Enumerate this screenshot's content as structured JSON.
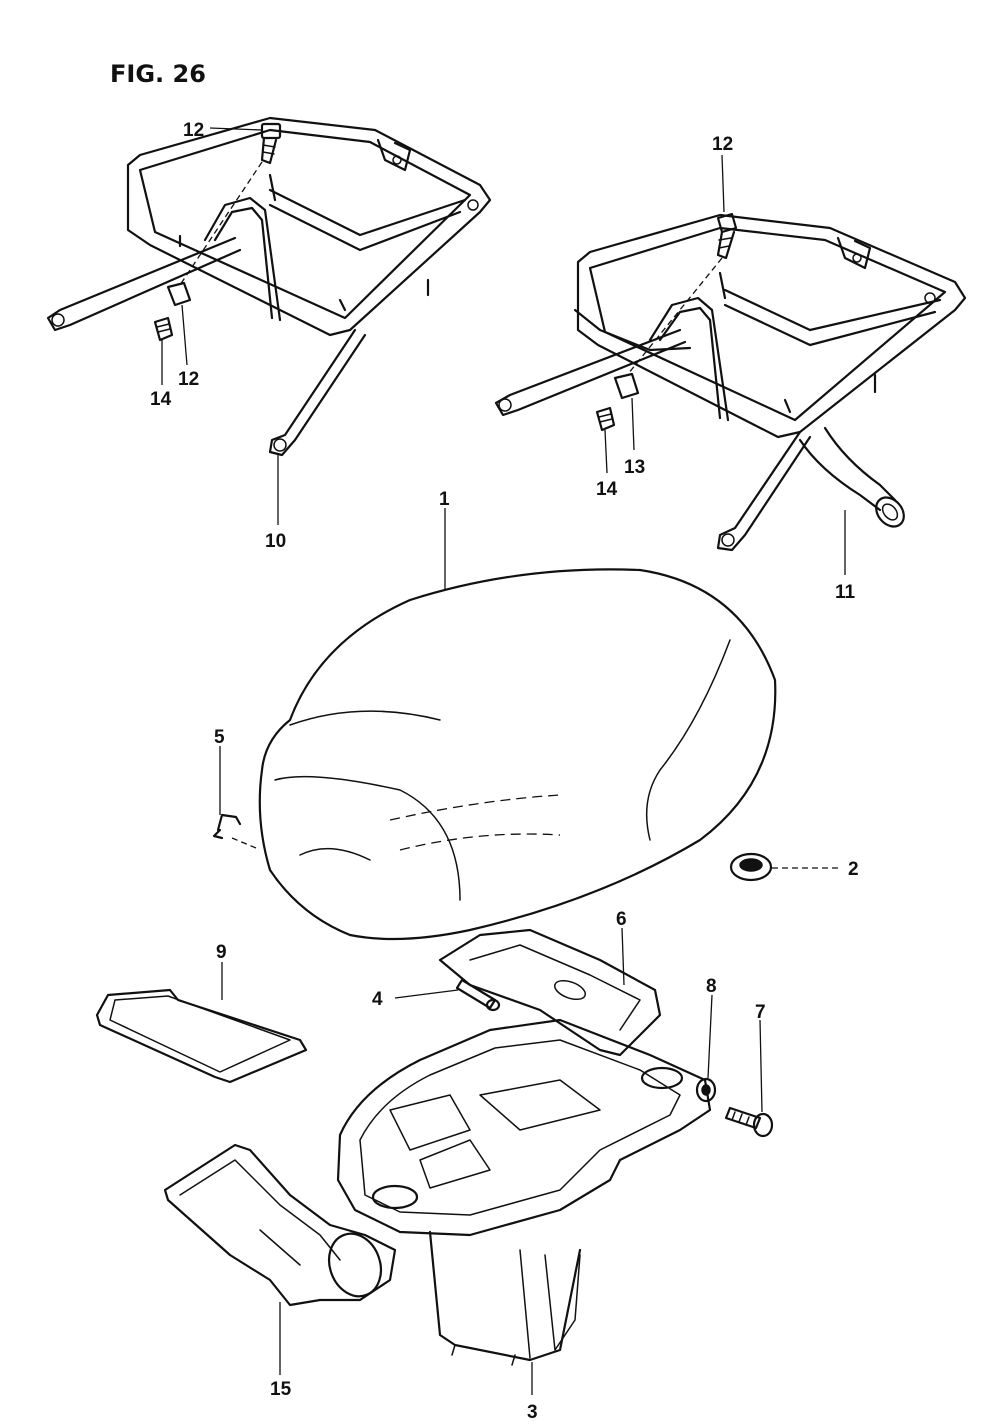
{
  "figure": {
    "title": "FIG. 26"
  },
  "callouts": [
    {
      "id": "c12a",
      "label": "12"
    },
    {
      "id": "c12b",
      "label": "12"
    },
    {
      "id": "c14a",
      "label": "14"
    },
    {
      "id": "c10",
      "label": "10"
    },
    {
      "id": "c12c",
      "label": "12"
    },
    {
      "id": "c13",
      "label": "13"
    },
    {
      "id": "c14b",
      "label": "14"
    },
    {
      "id": "c11",
      "label": "11"
    },
    {
      "id": "c1",
      "label": "1"
    },
    {
      "id": "c5",
      "label": "5"
    },
    {
      "id": "c2",
      "label": "2"
    },
    {
      "id": "c9",
      "label": "9"
    },
    {
      "id": "c6",
      "label": "6"
    },
    {
      "id": "c4",
      "label": "4"
    },
    {
      "id": "c8",
      "label": "8"
    },
    {
      "id": "c7",
      "label": "7"
    },
    {
      "id": "c15",
      "label": "15"
    },
    {
      "id": "c3",
      "label": "3"
    }
  ]
}
